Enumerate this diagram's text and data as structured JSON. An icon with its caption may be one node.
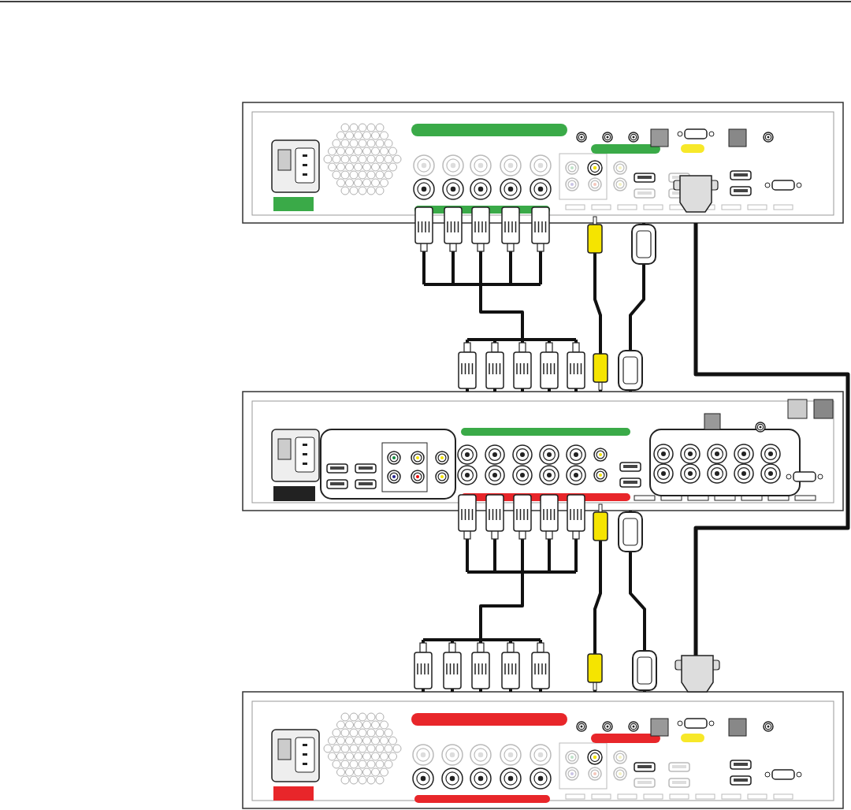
{
  "diagram": {
    "nodes": [
      {
        "text": [],
        "shape": "picture"
      },
      {
        "text": [],
        "shape": "picture"
      },
      {
        "text": [],
        "shape": "picture"
      }
    ],
    "edges": [
      {
        "from": 0,
        "to": 1,
        "arrow": "none"
      },
      {
        "from": 0,
        "to": 1,
        "arrow": "none"
      },
      {
        "from": 0,
        "to": 1,
        "arrow": "none"
      },
      {
        "from": 1,
        "to": 2,
        "arrow": "none"
      },
      {
        "from": 1,
        "to": 2,
        "arrow": "none"
      },
      {
        "from": 1,
        "to": 2,
        "arrow": "none"
      },
      {
        "from": 0,
        "to": 2,
        "arrow": "none"
      }
    ]
  }
}
